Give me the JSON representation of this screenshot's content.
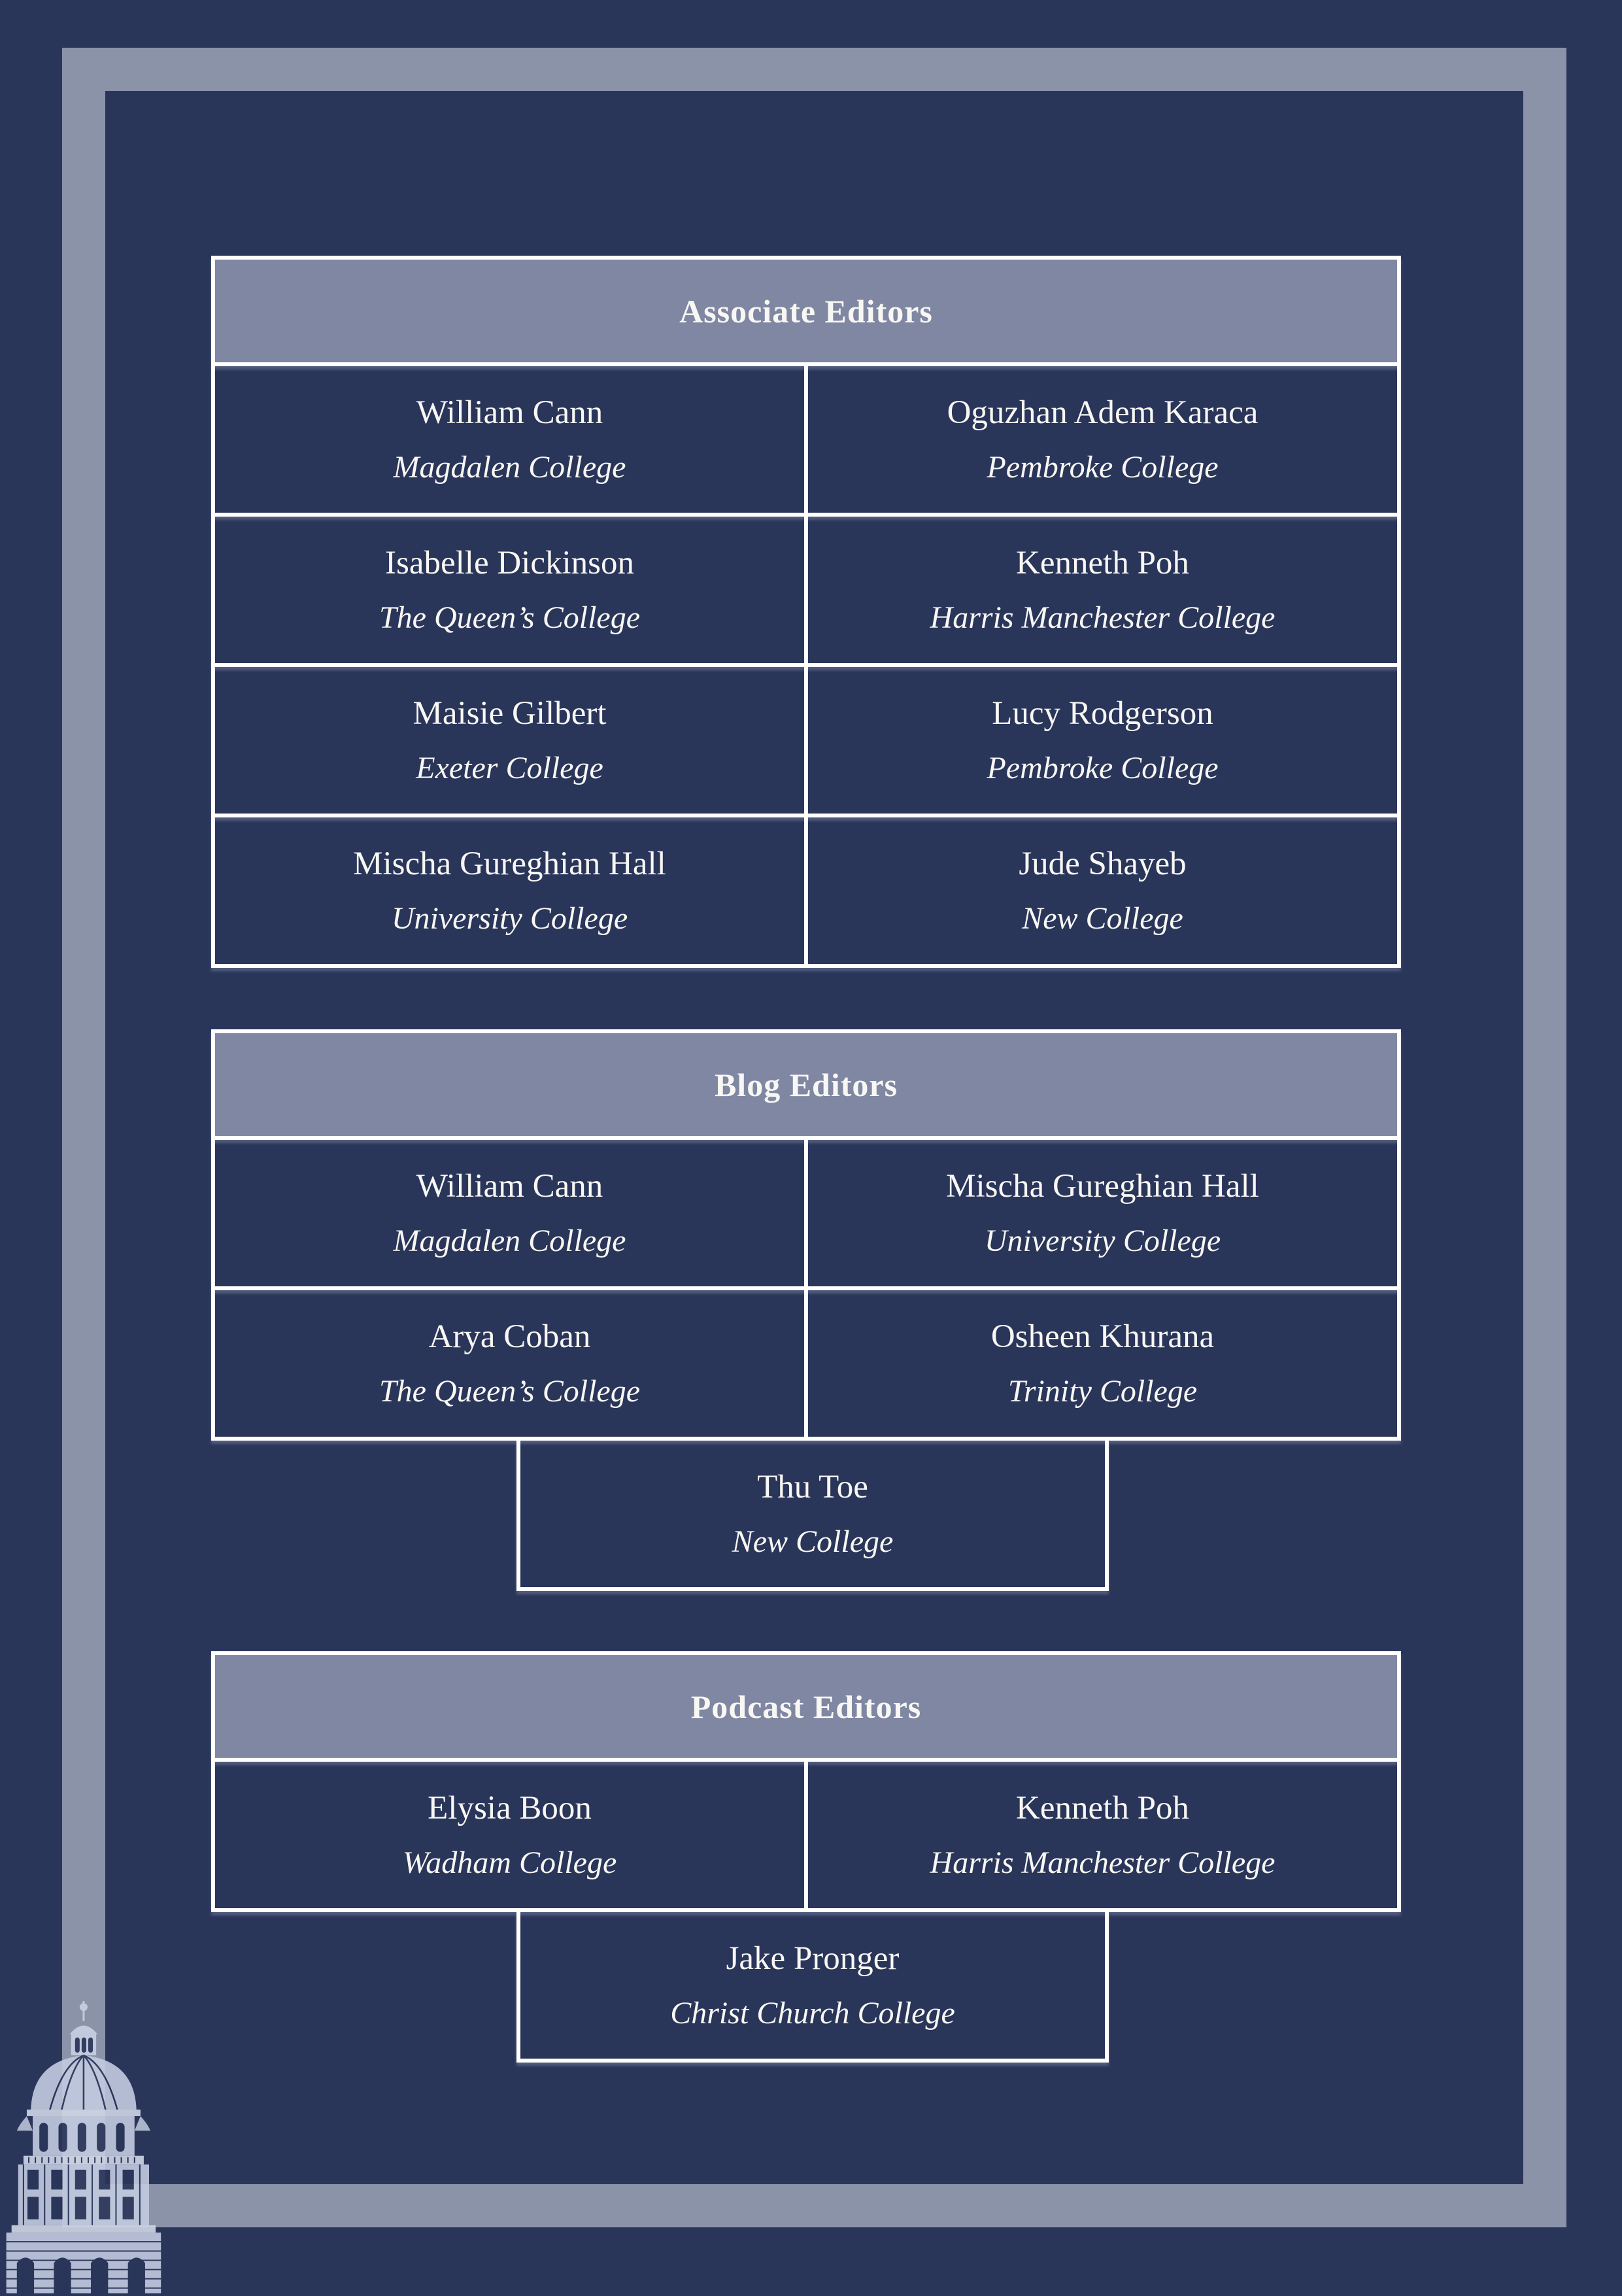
{
  "colors": {
    "navy": "#2A355A",
    "frame": "#8A93A8",
    "headerfill": "#8087A3",
    "white": "#FFFFFF",
    "text": "#F8F7F3"
  },
  "illustration": {
    "icon": "radcliffe-camera-sketch"
  },
  "sections": [
    {
      "title": "Associate Editors",
      "rows": [
        {
          "left": {
            "name": "William Cann",
            "college": "Magdalen College"
          },
          "right": {
            "name": "Oguzhan Adem Karaca",
            "college": "Pembroke College"
          }
        },
        {
          "left": {
            "name": "Isabelle Dickinson",
            "college": "The Queen’s College"
          },
          "right": {
            "name": "Kenneth Poh",
            "college": "Harris Manchester College"
          }
        },
        {
          "left": {
            "name": "Maisie Gilbert",
            "college": "Exeter College"
          },
          "right": {
            "name": "Lucy Rodgerson",
            "college": "Pembroke College"
          }
        },
        {
          "left": {
            "name": "Mischa Gureghian Hall",
            "college": "University College"
          },
          "right": {
            "name": "Jude Shayeb",
            "college": "New College"
          }
        }
      ],
      "center": null
    },
    {
      "title": "Blog Editors",
      "rows": [
        {
          "left": {
            "name": "William Cann",
            "college": "Magdalen College"
          },
          "right": {
            "name": "Mischa Gureghian Hall",
            "college": "University College"
          }
        },
        {
          "left": {
            "name": "Arya Coban",
            "college": "The Queen’s College"
          },
          "right": {
            "name": "Osheen Khurana",
            "college": "Trinity College"
          }
        }
      ],
      "center": {
        "name": "Thu Toe",
        "college": "New College"
      }
    },
    {
      "title": "Podcast Editors",
      "rows": [
        {
          "left": {
            "name": "Elysia Boon",
            "college": "Wadham College"
          },
          "right": {
            "name": "Kenneth Poh",
            "college": "Harris Manchester College"
          }
        }
      ],
      "center": {
        "name": "Jake Pronger",
        "college": "Christ Church College"
      }
    }
  ]
}
